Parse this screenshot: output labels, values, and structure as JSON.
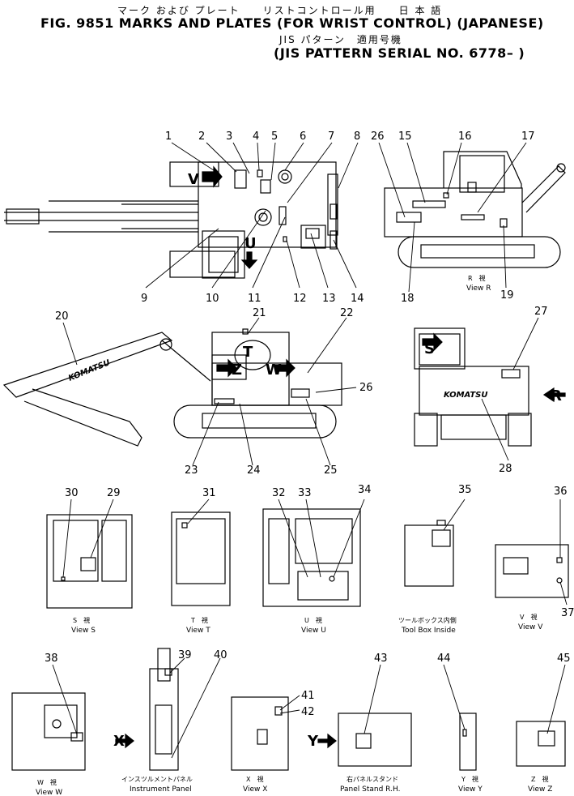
{
  "header": {
    "jp_line1": "マーク および プレート　　リストコントロール用　　日 本 語",
    "line1": "FIG. 9851   MARKS AND PLATES (FOR WRIST CONTROL) (JAPANESE)",
    "jp_line2": "JIS パターン　適用号機",
    "line2": "(JIS PATTERN SERIAL NO. 6778– )"
  },
  "callouts": [
    "1",
    "2",
    "3",
    "4",
    "5",
    "6",
    "7",
    "8",
    "9",
    "10",
    "11",
    "12",
    "13",
    "14",
    "15",
    "16",
    "17",
    "18",
    "19",
    "20",
    "21",
    "22",
    "23",
    "24",
    "25",
    "26",
    "26",
    "27",
    "28",
    "29",
    "30",
    "31",
    "32",
    "33",
    "34",
    "35",
    "36",
    "37",
    "38",
    "39",
    "40",
    "41",
    "42",
    "43",
    "44",
    "45"
  ],
  "view_letters": {
    "v": "V",
    "u": "U",
    "t": "T",
    "w": "W",
    "z": "Z",
    "s": "S",
    "r": "R",
    "x": "X",
    "y": "Y"
  },
  "logo": "KOMATSU",
  "captions": {
    "view_r_jp": "R　視",
    "view_r": "View R",
    "view_s_jp": "S　視",
    "view_s": "View S",
    "view_t_jp": "T　視",
    "view_t": "View T",
    "view_u_jp": "U　視",
    "view_u": "View U",
    "toolbox_jp": "ツールボックス内側",
    "toolbox": "Tool Box Inside",
    "view_v_jp": "V　視",
    "view_v": "View V",
    "view_w_jp": "W　視",
    "view_w": "View W",
    "instr_jp": "インスツルメントパネル",
    "instr": "Instrument Panel",
    "view_x_jp": "X　視",
    "view_x": "View X",
    "panel_jp": "右パネルスタンド",
    "panel": "Panel Stand R.H.",
    "view_y_jp": "Y　視",
    "view_y": "View Y",
    "view_z_jp": "Z　視",
    "view_z": "View Z"
  }
}
